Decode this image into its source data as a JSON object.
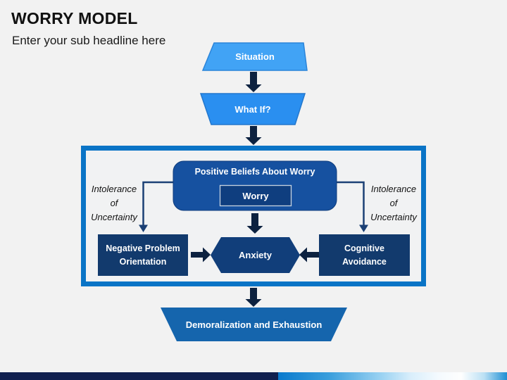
{
  "slide": {
    "title": "WORRY MODEL",
    "subtitle": "Enter your sub headline here"
  },
  "diagram": {
    "situation": {
      "label": "Situation"
    },
    "what_if": {
      "label": "What If?"
    },
    "positive_beliefs": {
      "label": "Positive Beliefs About Worry"
    },
    "worry": {
      "label": "Worry"
    },
    "intolerance_left": {
      "lines": [
        "Intolerance",
        "of",
        "Uncertainty"
      ]
    },
    "intolerance_right": {
      "lines": [
        "Intolerance",
        "of",
        "Uncertainty"
      ]
    },
    "negative_problem_orientation": {
      "lines": [
        "Negative Problem",
        "Orientation"
      ]
    },
    "anxiety": {
      "label": "Anxiety"
    },
    "cognitive_avoidance": {
      "lines": [
        "Cognitive",
        "Avoidance"
      ]
    },
    "demoralization": {
      "label": "Demoralization and Exhaustion"
    }
  },
  "colors": {
    "background": "#F2F2F2",
    "situation_fill": "#41A3F5",
    "what_if_fill": "#2A8FF0",
    "positive_beliefs_fill": "#1651A0",
    "worry_fill": "#0F3E7F",
    "navy_box_fill": "#123A6D",
    "anxiety_fill": "#113E7A",
    "demoralization_fill": "#1565AD",
    "frame_border": "#0A74C6",
    "block_arrow": "#0D2240",
    "connector": "#1B4075",
    "footer_navy": "#10204F",
    "footer_blue_end": "#1F8FD3",
    "text_light": "#FFFFFF",
    "text_dark": "#121212"
  }
}
